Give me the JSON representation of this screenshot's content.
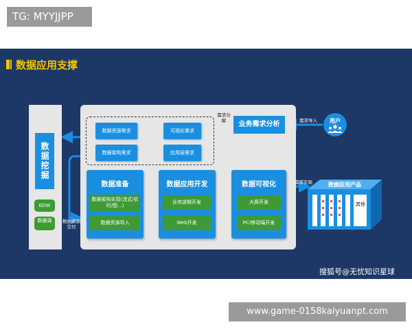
{
  "tag": "TG: MYYJJPP",
  "title": "数据应用支撑",
  "left": {
    "mining": "数据挖掘",
    "edw": "EDW",
    "source": "数据源",
    "delivery": "数据资源交付"
  },
  "requirements": {
    "resource": "数据资源需求",
    "architecture": "数据架构需求",
    "visual": "可视化需求",
    "app": "应用层需求",
    "analysis": "需求分解"
  },
  "business": "业务需求分析",
  "import_label": "需求导入",
  "user": "用户",
  "columns": {
    "prep": {
      "title": "数据准备",
      "items": [
        "数据架构实现(流式/实时/图...)",
        "数据资源导入"
      ]
    },
    "dev": {
      "title": "数据应用开发",
      "items": [
        "业务逻辑开发",
        "Web开发"
      ]
    },
    "vis": {
      "title": "数据可视化",
      "items": [
        "大屏开发",
        "PC/移动端开发"
      ]
    }
  },
  "realize_label": "需求实现",
  "product": {
    "title": "数据应用产品",
    "other": "其他"
  },
  "watermark": "搜狐号@无忧知识星球",
  "footer": "www.game-0158kaiyuanpt.com",
  "colors": {
    "background": "#1d3766",
    "accent": "#f5c400",
    "blue": "#1a8fe0",
    "green": "#3e9a35"
  }
}
